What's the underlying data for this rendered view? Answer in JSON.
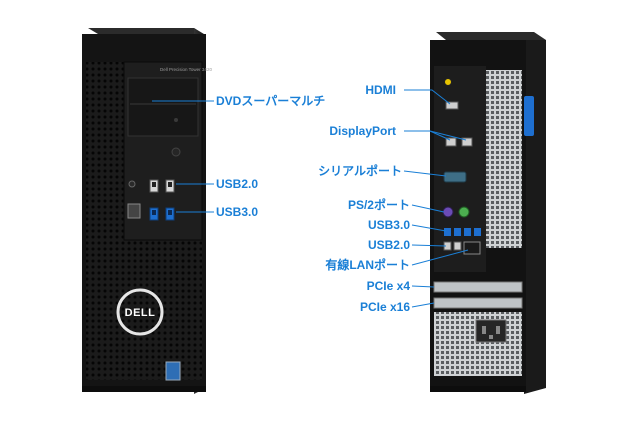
{
  "colors": {
    "accent": "#1a7fd6",
    "case_black": "#141414",
    "case_dark": "#202020",
    "case_panel": "#2a2a2a",
    "metal": "#c9ccce",
    "usb3_blue": "#1e6fd0",
    "ps2_purple": "#6a4bb5",
    "ps2_green": "#4caf50",
    "hdmi_yellow": "#e8c400",
    "power_socket": "#262626"
  },
  "front": {
    "brand_label": "DELL",
    "small_print": "Dell Precision Tower 3420",
    "labels": {
      "dvd": "DVDスーパーマルチ",
      "usb2": "USB2.0",
      "usb3": "USB3.0"
    }
  },
  "rear": {
    "labels": {
      "hdmi": "HDMI",
      "displayport": "DisplayPort",
      "serial": "シリアルポート",
      "ps2": "PS/2ポート",
      "usb3": "USB3.0",
      "usb2": "USB2.0",
      "lan": "有線LANポート",
      "pcie_x4": "PCIe x4",
      "pcie_x16": "PCIe x16"
    }
  }
}
